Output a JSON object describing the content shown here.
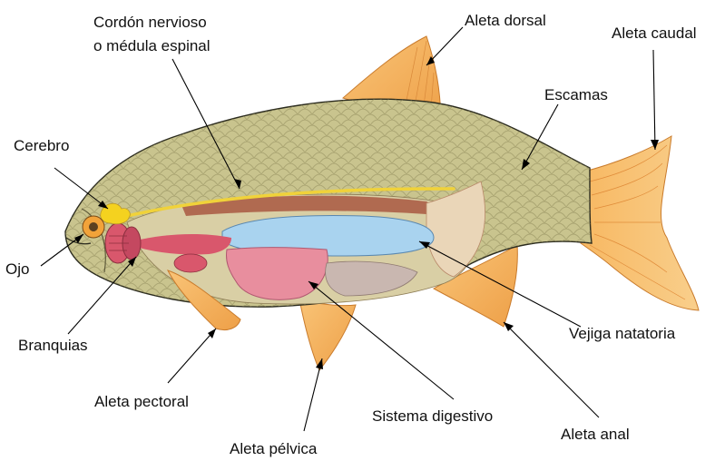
{
  "labels": {
    "nerve_cord_line1": "Cordón nervioso",
    "nerve_cord_line2": "o médula espinal",
    "dorsal_fin": "Aleta dorsal",
    "caudal_fin": "Aleta caudal",
    "scales": "Escamas",
    "brain": "Cerebro",
    "eye": "Ojo",
    "gills": "Branquias",
    "pectoral_fin": "Aleta pectoral",
    "pelvic_fin": "Aleta pélvica",
    "digestive_system": "Sistema digestivo",
    "anal_fin": "Aleta anal",
    "swim_bladder": "Vejiga natatoria"
  },
  "colors": {
    "body": "#c9c48e",
    "body_outline": "#2b2b1e",
    "fin": "#f6b35c",
    "fin_dark": "#e79238",
    "brain": "#f4d21f",
    "nerve_cord": "#f0d23a",
    "swim_bladder": "#a9d3ef",
    "gills": "#d9576c",
    "digestive": "#e88e9e",
    "muscle": "#b06a50",
    "eye": "#f2a33a"
  }
}
